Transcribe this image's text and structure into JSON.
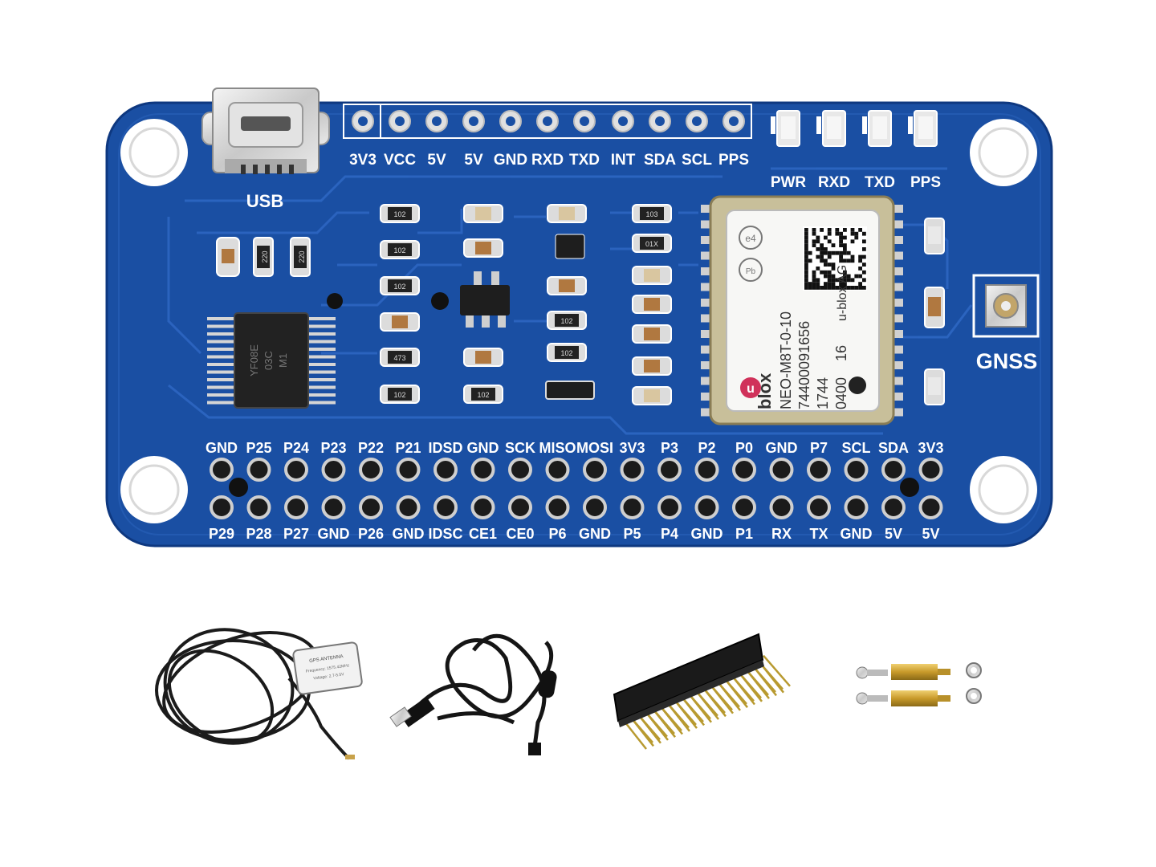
{
  "board": {
    "pcb_color": "#1a4fa3",
    "usb_label": "USB",
    "gnss_label": "GNSS",
    "top_header_labels": [
      "3V3",
      "VCC",
      "5V",
      "5V",
      "GND",
      "RXD",
      "TXD",
      "INT",
      "SDA",
      "SCL",
      "PPS"
    ],
    "led_labels": [
      "PWR",
      "RXD",
      "TXD",
      "PPS"
    ],
    "row1_labels": [
      "GND",
      "P25",
      "P24",
      "P23",
      "P22",
      "P21",
      "IDSD",
      "GND",
      "SCK",
      "MISO",
      "MOSI",
      "3V3",
      "P3",
      "P2",
      "P0",
      "GND",
      "P7",
      "SCL",
      "SDA",
      "3V3"
    ],
    "row2_labels": [
      "P29",
      "P28",
      "P27",
      "GND",
      "P26",
      "GND",
      "IDSC",
      "CE1",
      "CE0",
      "P6",
      "GND",
      "P5",
      "P4",
      "GND",
      "P1",
      "RX",
      "TX",
      "GND",
      "5V",
      "5V"
    ],
    "resistor_codes": [
      "102",
      "102",
      "102",
      "473",
      "102",
      "102",
      "102",
      "102",
      "103",
      "01X",
      "220",
      "220"
    ],
    "chip_marking": [
      "YF08E",
      "03C",
      "M1"
    ],
    "module": {
      "brand": "blox",
      "brand_prefix": "u",
      "model": "NEO-M8T-0-10",
      "serial": "74400091656",
      "date1": "1744",
      "date2": "0400",
      "date3": "16",
      "maker": "u-blox AG",
      "mark_e4": "e4",
      "mark_pb": "Pb"
    }
  },
  "accessories": {
    "antenna_sticker": [
      "GPS ANTENNA",
      "Frequency: 1575.42MHz",
      "Voltage: 2.7-5.5V"
    ]
  }
}
